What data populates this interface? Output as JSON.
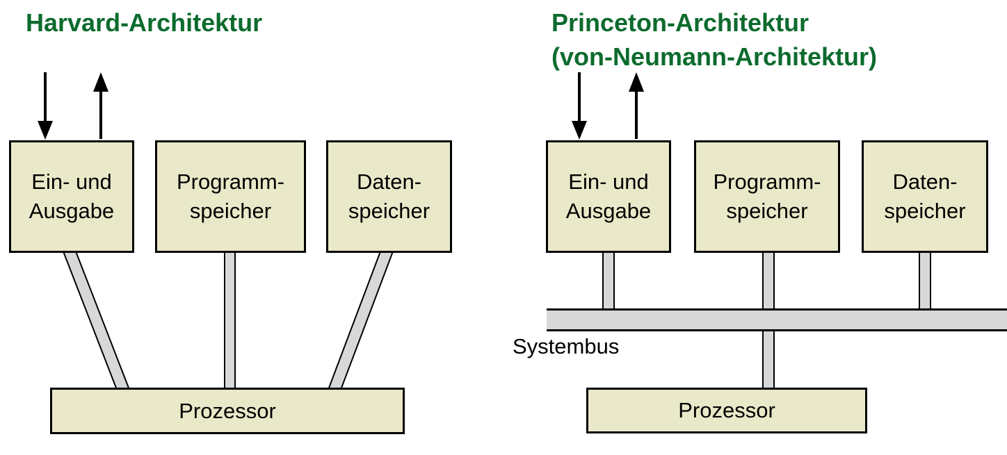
{
  "colors": {
    "title": "#0c6b2d",
    "box_fill": "#e9e9c9",
    "connector_fill": "#d8d8d8",
    "outline": "#000000",
    "background": "#ffffff"
  },
  "harvard": {
    "title": "Harvard-Architektur",
    "io_box": {
      "line1": "Ein- und",
      "line2": "Ausgabe"
    },
    "program_box": {
      "line1": "Programm-",
      "line2": "speicher"
    },
    "data_box": {
      "line1": "Daten-",
      "line2": "speicher"
    },
    "processor_label": "Prozessor",
    "icons": {
      "input": "arrow-down-icon",
      "output": "arrow-up-icon"
    }
  },
  "princeton": {
    "title_line1": "Princeton-Architektur",
    "title_line2": "(von-Neumann-Architektur)",
    "io_box": {
      "line1": "Ein- und",
      "line2": "Ausgabe"
    },
    "program_box": {
      "line1": "Programm-",
      "line2": "speicher"
    },
    "data_box": {
      "line1": "Daten-",
      "line2": "speicher"
    },
    "bus_label": "Systembus",
    "processor_label": "Prozessor",
    "icons": {
      "input": "arrow-down-icon",
      "output": "arrow-up-icon"
    }
  }
}
